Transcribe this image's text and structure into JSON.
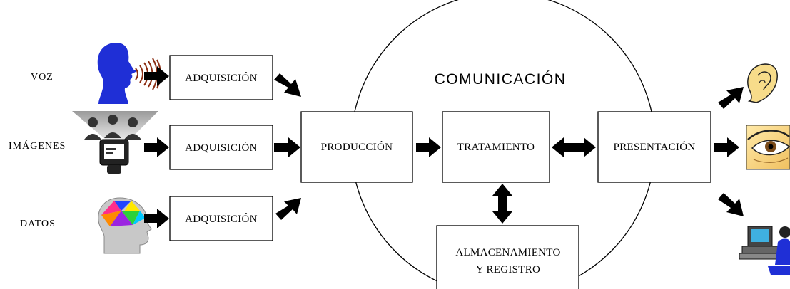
{
  "labels": {
    "voz": "VOZ",
    "imagenes": "IMÁGENES",
    "datos": "DATOS"
  },
  "boxes": {
    "adquisicion_1": "ADQUISICIÓN",
    "adquisicion_2": "ADQUISICIÓN",
    "adquisicion_3": "ADQUISICIÓN",
    "produccion": "PRODUCCIÓN",
    "tratamiento": "TRATAMIENTO",
    "presentacion": "PRESENTACIÓN",
    "almacenamiento_line1": "ALMACENAMIENTO",
    "almacenamiento_line2": "Y REGISTRO"
  },
  "circle_title": "COMUNICACIÓN",
  "icons": {
    "voice_source": "speaking-head-icon",
    "image_source": "people-monitor-icon",
    "data_source": "colorful-head-icon",
    "ear_output": "ear-icon",
    "eye_output": "eye-icon",
    "computer_output": "computer-user-icon"
  },
  "colors": {
    "voice_head": "#1f2fd6",
    "arrow": "#000000",
    "box_border": "#000000"
  }
}
